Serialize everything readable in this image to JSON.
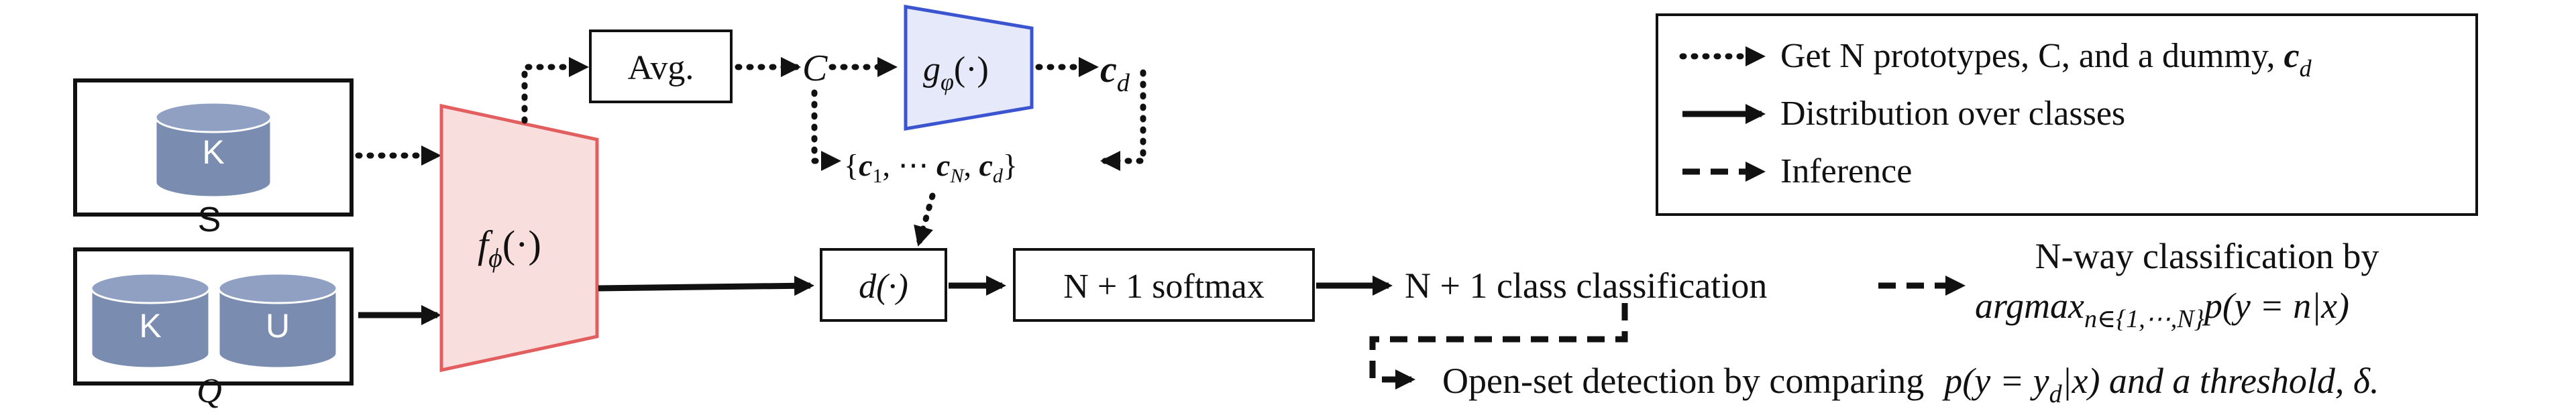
{
  "sets": {
    "support_label": "S",
    "query_label": "Q",
    "known_label": "K",
    "unknown_label": "U"
  },
  "encoder": {
    "label": "f",
    "sub": "ϕ",
    "arg": "(·)"
  },
  "avg": {
    "label": "Avg."
  },
  "prototype_symbol": "C",
  "generator": {
    "label": "g",
    "sub": "φ",
    "arg": "(·)"
  },
  "dummy": {
    "label": "c",
    "sub": "d"
  },
  "set_notation": {
    "open": "{",
    "c1": "c",
    "c1_sub": "1",
    "mid": ", ⋯ ",
    "cN": "c",
    "cN_sub": "N",
    "sep": ", ",
    "cd": "c",
    "cd_sub": "d",
    "close": "}"
  },
  "distance": {
    "label": "d(·)"
  },
  "softmax": {
    "label": "N + 1 softmax"
  },
  "classification": {
    "label": "N + 1 class classification"
  },
  "nway": {
    "line1": "N-way classification by",
    "line2": "argmax",
    "line2_sub": "n∈{1,⋯,N}",
    "line2_rest": "p(y = n|x)"
  },
  "openset": {
    "label": "Open-set detection by comparing",
    "formula": "p(y = y",
    "formula_sub": "d",
    "formula_rest": "|x) and a threshold, δ."
  },
  "legend": {
    "dotted": "Get N prototypes, C, and a dummy, ",
    "dotted_bold": "c",
    "dotted_sub": "d",
    "solid": "Distribution over classes",
    "dashed": "Inference"
  },
  "colors": {
    "encoder_fill": "#f9dede",
    "encoder_stroke": "#e35f5f",
    "generator_fill": "#e6e9fa",
    "generator_stroke": "#3b55d1",
    "cylinder": "#7a8cb0",
    "cylinder_top": "#8fa0c2"
  }
}
